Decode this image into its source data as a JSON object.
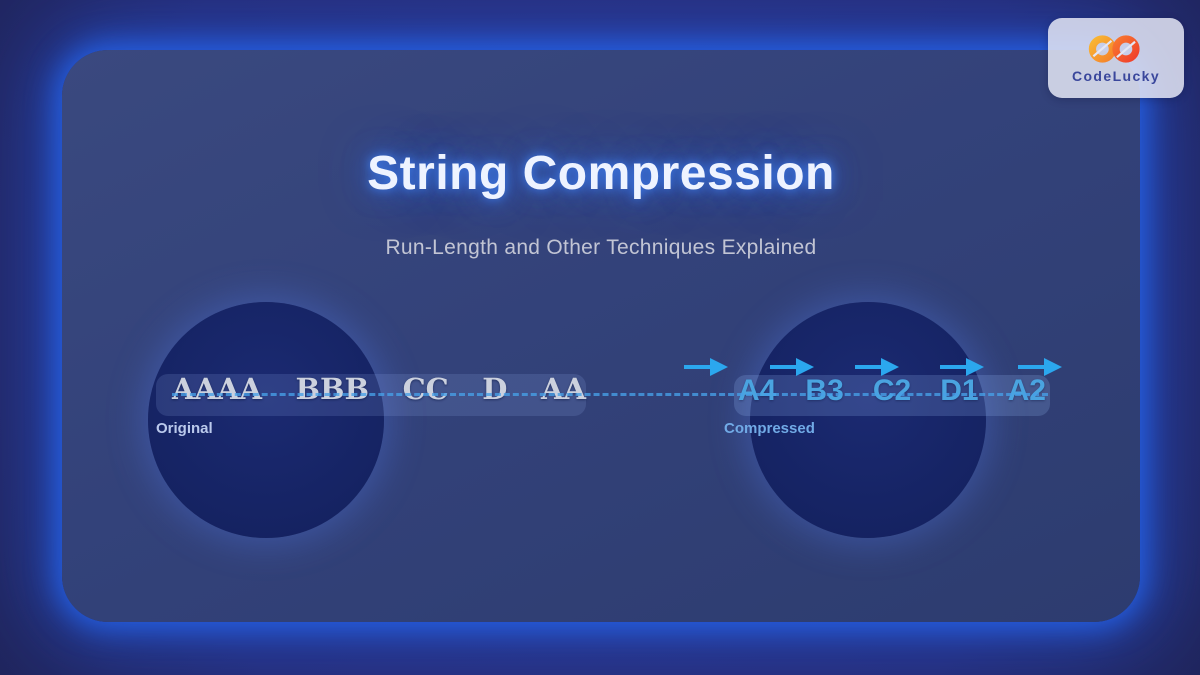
{
  "header": {
    "title": "String Compression",
    "subtitle": "Run-Length and Other Techniques Explained"
  },
  "logo": {
    "brand": "CodeLucky"
  },
  "diagram": {
    "original": {
      "label": "Original",
      "tokens": [
        "AAAA",
        "BBB",
        "CC",
        "D",
        "AA"
      ]
    },
    "compressed": {
      "label": "Compressed",
      "tokens": [
        "A4",
        "B3",
        "C2",
        "D1",
        "A2"
      ]
    }
  },
  "icons": {
    "arrow_icon": "arrow-right-icon",
    "logo_icon": "infinity-leaves-icon"
  },
  "colors": {
    "background": "#272d7b",
    "panel": "#33427a",
    "panel_glow": "#2563eb",
    "circle_fill": "#162465",
    "title_text": "#eef3ff",
    "title_glow": "#3b82f6",
    "subtitle_text": "#c2c5d4",
    "original_text": "#ccd1de",
    "original_label": "#bac9ec",
    "compressed_text": "#4aa4e0",
    "compressed_label": "#71aae6",
    "dash_line": "#47a0e8",
    "arrow_accent": "#2ba7ee",
    "logo_card": "#e4e6f4",
    "logo_orange": "#f59a2b",
    "logo_red": "#f4502e",
    "brand_text": "#3a479c"
  }
}
